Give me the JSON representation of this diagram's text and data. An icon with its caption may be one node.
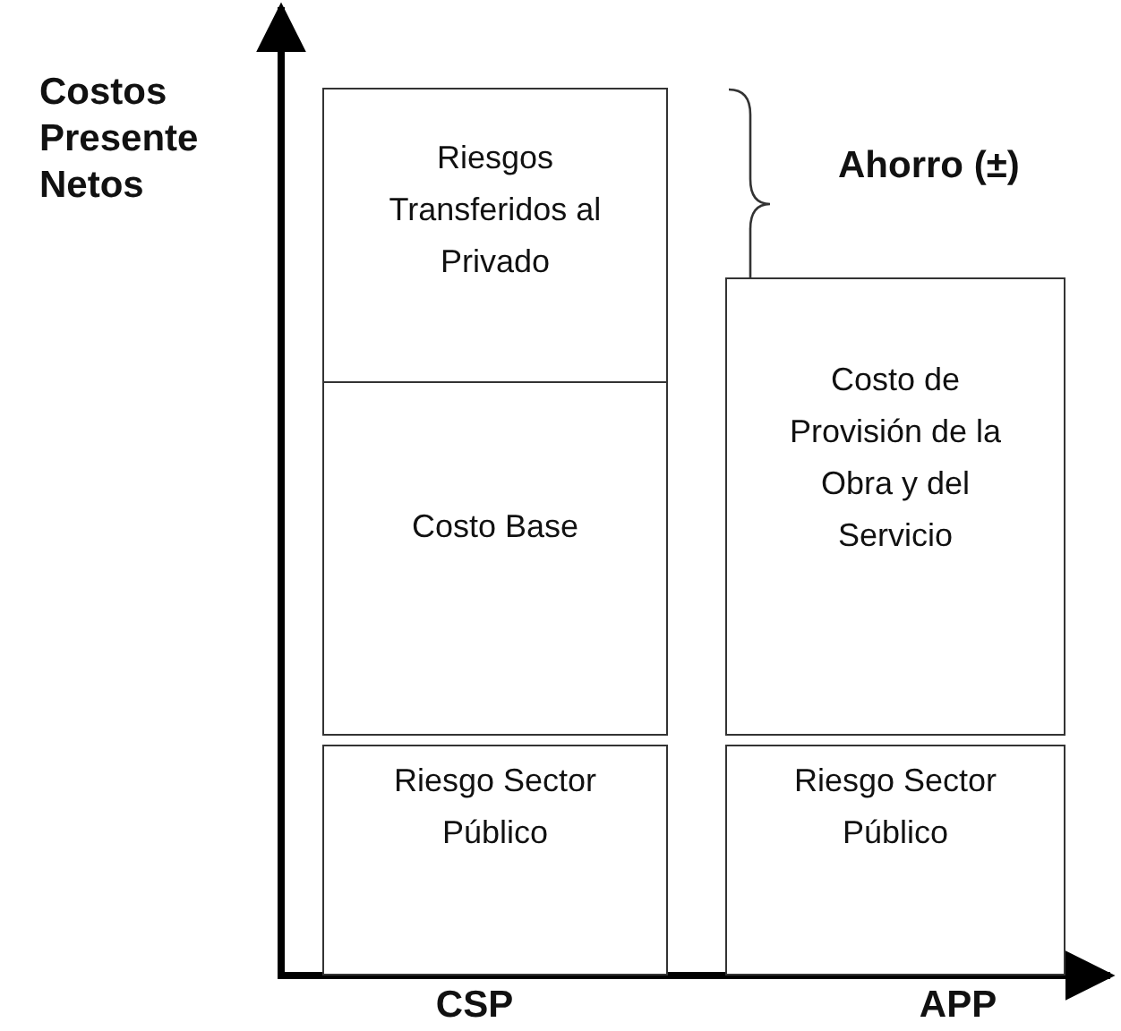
{
  "diagram": {
    "nodes": [
      {
        "text": [
          "Riesgos Transferidos al Privado"
        ]
      },
      {
        "text": [
          "Costo Base"
        ]
      },
      {
        "text": [
          "Riesgo Sector Público"
        ]
      },
      {
        "text": [
          "Costo de Provisión de la Obra y del Servicio"
        ]
      },
      {
        "text": [
          "Riesgo Sector Público"
        ]
      }
    ],
    "edges": [],
    "labels": [
      "Costos Presente Netos",
      "Ahorro (±)",
      "CSP",
      "APP"
    ]
  }
}
